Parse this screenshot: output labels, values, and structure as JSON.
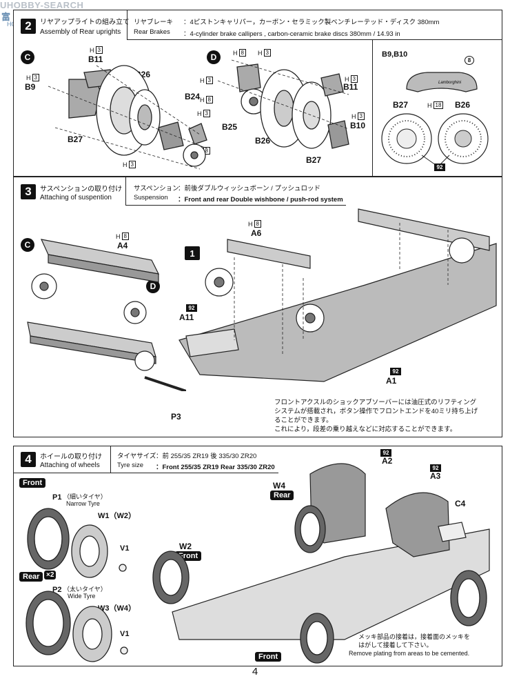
{
  "watermark": {
    "site": "UHOBBY-SEARCH",
    "cn": "富",
    "sub": "HOBBY"
  },
  "step2": {
    "num": "2",
    "title_jp": "リヤアップライトの組み立て",
    "title_en": "Assembly of Rear uprights",
    "spec_label_jp": "リヤブレーキ",
    "spec_label_en": "Rear  Brakes",
    "spec_jp": "：4ピストンキャリパー，カーボン・セラミック製ベンチレーテッド・ディスク 380mm",
    "spec_en": "：4-cylinder brake callipers , carbon-ceramic brake discs 380mm / 14.93 in",
    "group_c": "C",
    "group_d": "D",
    "parts": {
      "b11": "B11",
      "b9": "B9",
      "b26": "B26",
      "b24": "B24",
      "b27": "B27",
      "b25": "B25",
      "b10": "B10"
    },
    "screws": {
      "h3": "3",
      "h8": "8",
      "h18": "18",
      "h": "H"
    },
    "inset": {
      "title": "B9,B10",
      "b27": "B27",
      "b26": "B26",
      "paint_92": "92",
      "paint_8": "8",
      "caliper_text": "Lamborghini"
    }
  },
  "step3": {
    "num": "3",
    "title_jp": "サスペンションの取り付け",
    "title_en": "Attaching of  suspention",
    "spec_label_jp": "サスペンション",
    "spec_label_en": "Suspension",
    "spec_jp": "：前後ダブルウィッシュボーン / プッシュロッド",
    "spec_en": "：Front and rear Double wishbone / push-rod system",
    "parts": {
      "a4": "A4",
      "a6": "A6",
      "a11": "A11",
      "a1": "A1",
      "p3": "P3"
    },
    "group_c": "C",
    "group_d": "D",
    "sub_1": "1",
    "paint_92": "92",
    "note_jp": [
      "フロントアクスルのショックアブソーバーには油圧式のリフティング",
      "システムが搭載され，ボタン操作でフロントエンドを40ミリ持ち上げ",
      "ることができます。",
      "これにより，段差の乗り越えなどに対応することができます。"
    ]
  },
  "step4": {
    "num": "4",
    "title_jp": "ホイールの取り付け",
    "title_en": "Attaching of wheels",
    "spec_label_jp": "タイヤサイズ",
    "spec_label_en": "Tyre size",
    "spec_jp": "：前  255/35 ZR19   後  335/30 ZR20",
    "spec_en": "：Front  255/35 ZR19  Rear 335/30 ZR20",
    "front_tag": "Front",
    "rear_tag": "Rear",
    "x2": "×2",
    "p1": "P1",
    "p1_jp": "（細いタイヤ）",
    "p1_en": "Narrow Tyre",
    "w1w2": "W1（W2）",
    "v1": "V1",
    "p2": "P2",
    "p2_jp": "（太いタイヤ）",
    "p2_en": "Wide Tyre",
    "w3w4": "W3（W4）",
    "parts": {
      "a2": "A2",
      "a3": "A3",
      "c4": "C4",
      "w4": "W4",
      "w2": "W2",
      "w3": "W3",
      "w1": "W1"
    },
    "paint_92": "92",
    "note_jp": [
      "メッキ部品の接着は，接着面のメッキを",
      "はがして接着して下さい。"
    ],
    "note_en": "Remove plating from areas to be cemented."
  },
  "page_number": "4"
}
